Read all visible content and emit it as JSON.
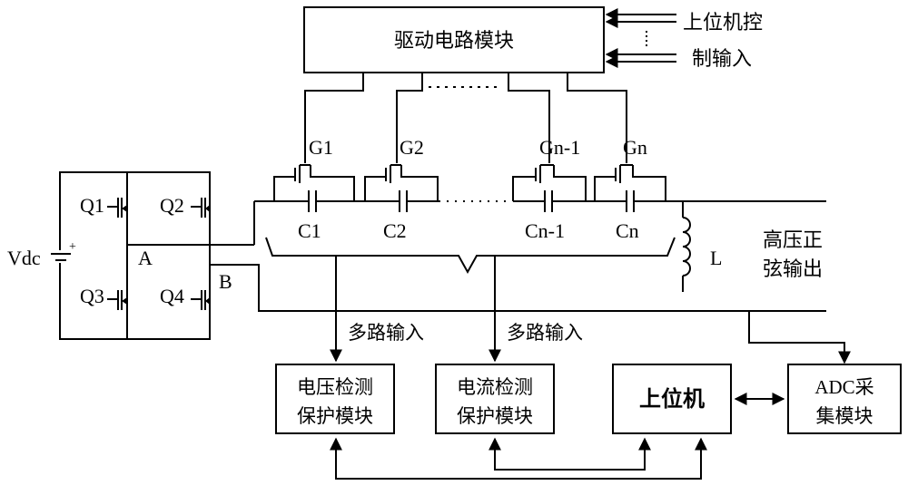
{
  "driver_block": "驱动电路模块",
  "host_control_input": [
    "上位机控",
    "制输入"
  ],
  "gates": [
    "G1",
    "G2",
    "Gn-1",
    "Gn"
  ],
  "capacitors": [
    "C1",
    "C2",
    "Cn-1",
    "Cn"
  ],
  "dots": "……",
  "dots_mid": "· · · · · ·",
  "transistors": [
    "Q1",
    "Q2",
    "Q3",
    "Q4"
  ],
  "supply": "Vdc",
  "nodes": [
    "A",
    "B"
  ],
  "inductor": "L",
  "output_label": [
    "高压正",
    "弦输出"
  ],
  "multi_input": "多路输入",
  "voltage_module": [
    "电压检测",
    "保护模块"
  ],
  "current_module": [
    "电流检测",
    "保护模块"
  ],
  "host_pc": "上位机",
  "adc_module": [
    "ADC采",
    "集模块"
  ]
}
